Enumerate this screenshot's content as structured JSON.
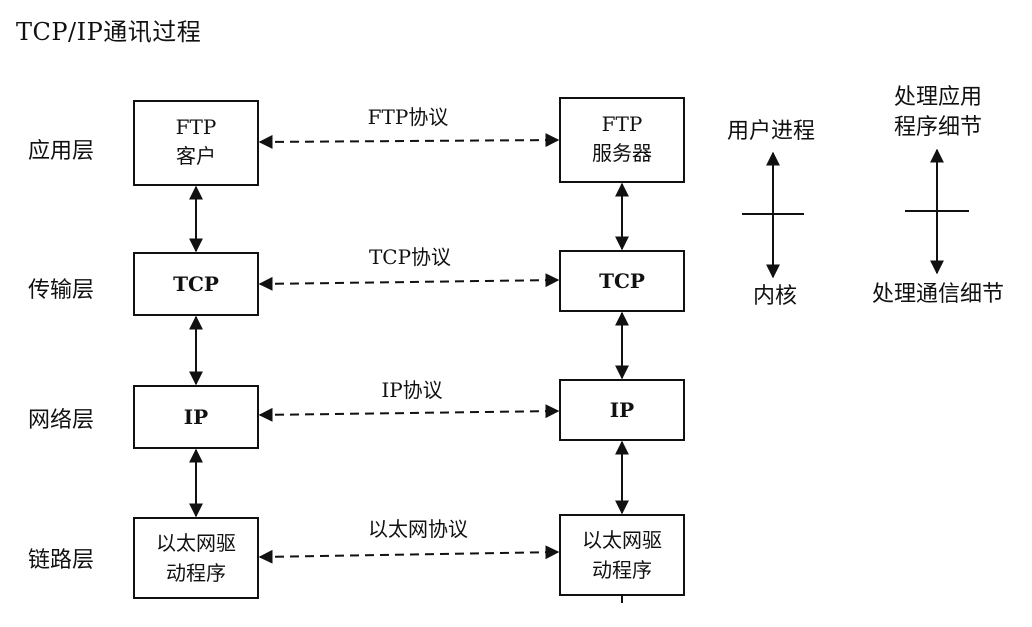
{
  "title": "TCP/IP通讯过程",
  "layers": [
    "应用层",
    "传输层",
    "网络层",
    "链路层"
  ],
  "client_boxes": [
    [
      "FTP",
      "客户"
    ],
    [
      "TCP"
    ],
    [
      "IP"
    ],
    [
      "以太网驱",
      "动程序"
    ]
  ],
  "server_boxes": [
    [
      "FTP",
      "服务器"
    ],
    [
      "TCP"
    ],
    [
      "IP"
    ],
    [
      "以太网驱",
      "动程序"
    ]
  ],
  "protocols": [
    "FTP协议",
    "TCP协议",
    "IP协议",
    "以太网协议"
  ],
  "side": {
    "user_process": "用户进程",
    "kernel": "内核",
    "app_details": [
      "处理应用",
      "程序细节"
    ],
    "comm_details": "处理通信细节"
  }
}
